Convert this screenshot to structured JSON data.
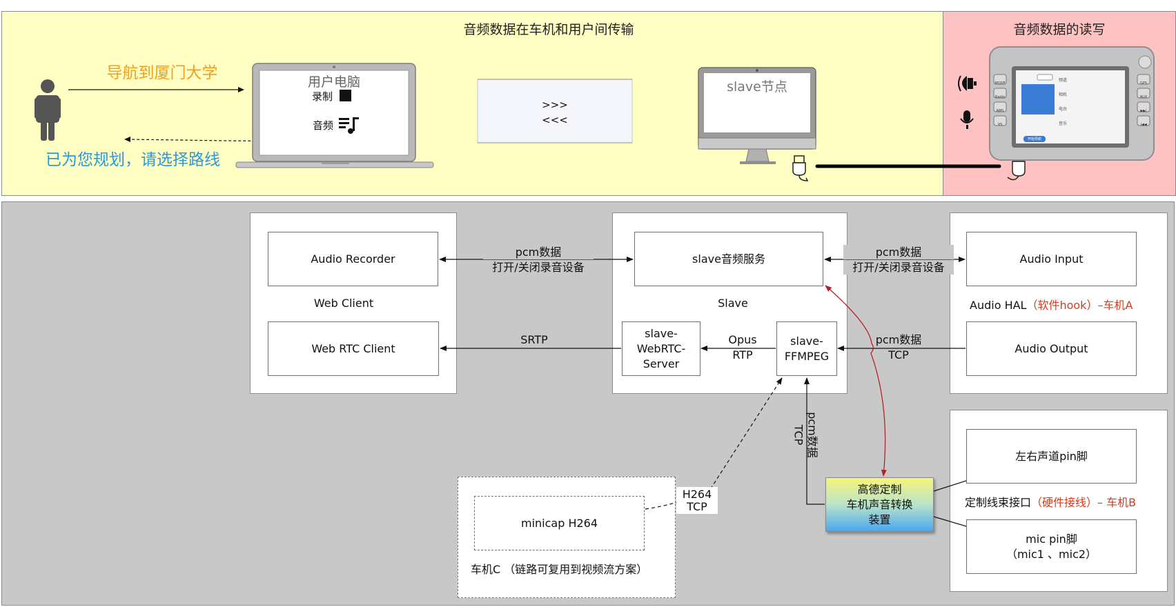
{
  "top": {
    "left_title": "音频数据在车机和用户间传输",
    "right_title": "音频数据的读写",
    "command_text": "导航到厦门大学",
    "reply_text": "已为您规划，请选择路线",
    "laptop_title": "用户电脑",
    "laptop_record": "录制",
    "laptop_audio": "音频",
    "transfer_forward": ">>>",
    "transfer_back": "<<<",
    "monitor_title": "slave节点",
    "head_unit_buttons_left": [
      "MODE",
      "Radio",
      "AMS",
      "VS"
    ],
    "head_unit_buttons_right": [
      "GPS",
      "AUX",
      "▶▶|",
      "|◀◀"
    ],
    "head_unit_list": [
      "频道",
      "相机",
      "电台",
      "音乐"
    ],
    "head_unit_button": "开始导航"
  },
  "web_client": {
    "audio_recorder": "Audio Recorder",
    "caption": "Web Client",
    "web_rtc_client": "Web RTC Client"
  },
  "slave": {
    "audio_service": "slave音频服务",
    "caption": "Slave",
    "webrtc_server": "slave-WebRTC-Server",
    "ffmpeg": "slave-FFMPEG"
  },
  "hal": {
    "audio_input": "Audio Input",
    "caption_prefix": "Audio HAL",
    "caption_suffix": "（软件hook）–车机A",
    "audio_output": "Audio Output"
  },
  "harness": {
    "lr_pin": "左右声道pin脚",
    "caption_prefix": "定制线束接口",
    "caption_suffix": "（硬件接线）– 车机B",
    "mic_pin_line1": "mic pin脚",
    "mic_pin_line2": "（mic1 、mic2）"
  },
  "minicap": {
    "node": "minicap H264",
    "caption": "车机C （链路可复用到视频流方案）"
  },
  "converter": {
    "line1": "高德定制",
    "line2": "车机声音转换",
    "line3": "装置"
  },
  "edges": {
    "rec_pcm": "pcm数据",
    "rec_ctrl": "打开/关闭录音设备",
    "in_pcm": "pcm数据",
    "in_ctrl": "打开/关闭录音设备",
    "srtp": "SRTP",
    "opus": "Opus",
    "rtp": "RTP",
    "out_pcm": "pcm数据",
    "out_tcp": "TCP",
    "vert_pcm": "pcm数据",
    "vert_tcp": "TCP",
    "h264": "H264",
    "h264_tcp": "TCP"
  }
}
